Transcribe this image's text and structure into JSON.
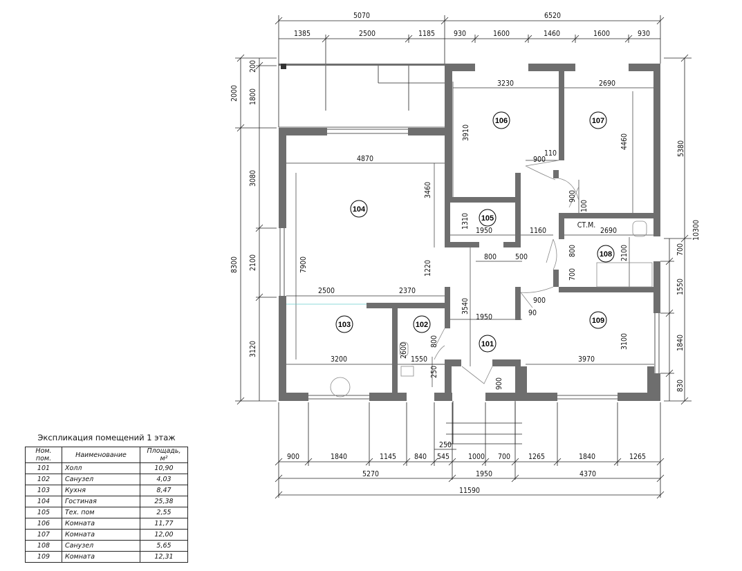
{
  "plan": {
    "top_dims_overall": [
      "5070",
      "6520"
    ],
    "top_dims_detail": [
      "1385",
      "2500",
      "1185",
      "930",
      "1600",
      "1460",
      "1600",
      "930"
    ],
    "left_dims_outer": [
      "2000",
      "8300"
    ],
    "left_dims_mid": [
      "200",
      "1800",
      "3080",
      "2100",
      "3120"
    ],
    "right_dims_outer": [
      "5380",
      "10300"
    ],
    "right_dims_inner": [
      "700",
      "1550",
      "1840",
      "830"
    ],
    "bottom_dims_detail": [
      "900",
      "1840",
      "1145",
      "840",
      "545",
      "1000",
      "700",
      "1265",
      "1840",
      "1265"
    ],
    "bottom_dims_mid": [
      "5270",
      "1950",
      "4370"
    ],
    "bottom_dims_total": "11590",
    "bottom_dim_extra": "250",
    "interior_dims": {
      "d3230": "3230",
      "d2690a": "2690",
      "d3910": "3910",
      "d4460": "4460",
      "d900a": "900",
      "d110": "110",
      "d4870": "4870",
      "d3460": "3460",
      "d900b": "900",
      "d100": "100",
      "d1310": "1310",
      "d1950a": "1950",
      "d1160": "1160",
      "d2690b": "2690",
      "d7900": "7900",
      "d800a": "800",
      "d500": "500",
      "d800b": "800",
      "d2100": "2100",
      "d700": "700",
      "d1220": "1220",
      "d2500": "2500",
      "d2370": "2370",
      "d900c": "900",
      "d90": "90",
      "d3540": "3540",
      "d1950b": "1950",
      "d800c": "800",
      "d2600": "2600",
      "d3200": "3200",
      "d1550": "1550",
      "d3970": "3970",
      "d3100": "3100",
      "d250": "250",
      "d900d": "900",
      "stm": "СТ.М."
    },
    "rooms": {
      "r101": "101",
      "r102": "102",
      "r103": "103",
      "r104": "104",
      "r105": "105",
      "r106": "106",
      "r107": "107",
      "r108": "108",
      "r109": "109"
    }
  },
  "legend": {
    "title": "Экспликация помещений 1 этаж",
    "headers": [
      "Ном. пом.",
      "Наименование",
      "Площадь, м²"
    ],
    "rows": [
      {
        "num": "101",
        "name": "Холл",
        "area": "10,90"
      },
      {
        "num": "102",
        "name": "Санузел",
        "area": "4,03"
      },
      {
        "num": "103",
        "name": "Кухня",
        "area": "8,47"
      },
      {
        "num": "104",
        "name": "Гостиная",
        "area": "25,38"
      },
      {
        "num": "105",
        "name": "Тех. пом",
        "area": "2,55"
      },
      {
        "num": "106",
        "name": "Комната",
        "area": "11,77"
      },
      {
        "num": "107",
        "name": "Комната",
        "area": "12,00"
      },
      {
        "num": "108",
        "name": "Санузел",
        "area": "5,65"
      },
      {
        "num": "109",
        "name": "Комната",
        "area": "12,31"
      }
    ]
  }
}
